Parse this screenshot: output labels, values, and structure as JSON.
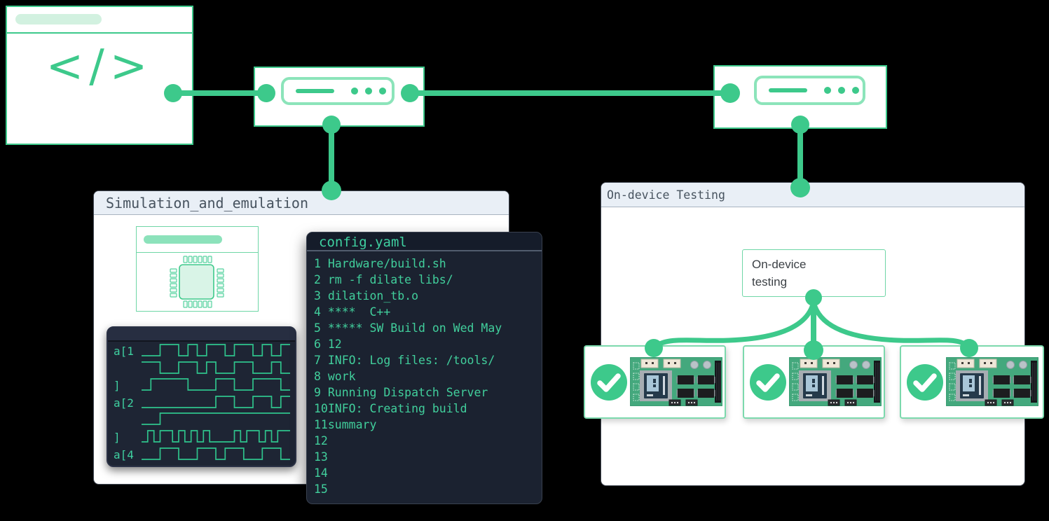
{
  "colors": {
    "accent_green": "#3dc98b",
    "light_green": "#8ce4ba",
    "pale_green_pill": "#d2f1e0",
    "titlebar_bg": "#e9eff6",
    "titlebar_text": "#47535f",
    "dark_panel": "#1e2534",
    "config_bg": "#1b2230",
    "code_green": "#41cf9c",
    "pcb_green": "#44a87d"
  },
  "editor_window": {
    "icon_text": "</>"
  },
  "sim_window": {
    "title": "Simulation_and_emulation",
    "waveform_rows": [
      {
        "label": "a[1",
        "bits": "0011010110110101"
      },
      {
        "label": "",
        "bits": "1100110100110010"
      },
      {
        "label": "]",
        "bits": "0111100011001110"
      },
      {
        "label": "a[2",
        "bits": "0000000011001101"
      },
      {
        "label": "",
        "bits": "0011111111111111"
      },
      {
        "label": "]",
        "bits": "010110101010000101101011"
      },
      {
        "label": "a[4",
        "bits": "0011001101100110"
      }
    ]
  },
  "config_window": {
    "title": "config.yaml",
    "lines": [
      "1 Hardware/build.sh",
      "2 rm -f dilate libs/",
      "3 dilation_tb.o",
      "4 ****  C++",
      "5 ***** SW Build on Wed May",
      "6 12",
      "7 INFO: Log files: /tools/",
      "8 work",
      "9 Running Dispatch Server",
      "10INFO: Creating build",
      "11summary",
      "12",
      "13",
      "14",
      "15"
    ]
  },
  "ondevice_window": {
    "title": "On-device Testing",
    "hub_lines": [
      "On-device",
      "testing"
    ],
    "devices": [
      {
        "status": "passed"
      },
      {
        "status": "passed"
      },
      {
        "status": "passed"
      }
    ]
  }
}
